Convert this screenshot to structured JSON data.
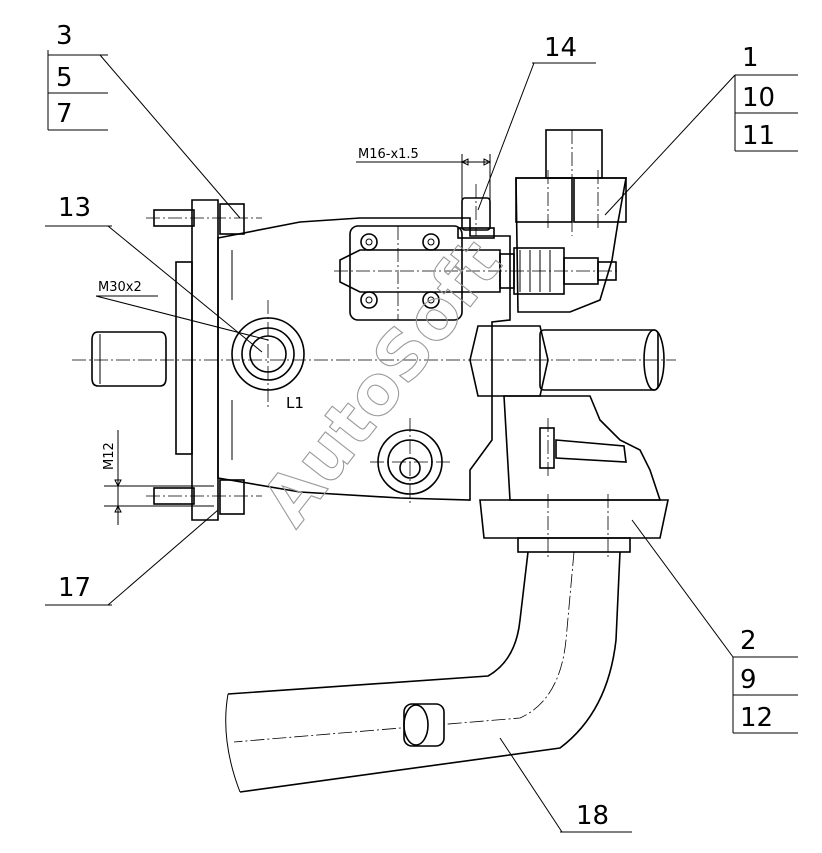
{
  "callouts": {
    "c1": "1",
    "c2": "2",
    "c3": "3",
    "c5": "5",
    "c7": "7",
    "c9": "9",
    "c10": "10",
    "c11": "11",
    "c12": "12",
    "c13": "13",
    "c14": "14",
    "c17": "17",
    "c18": "18"
  },
  "dimensions": {
    "m16": "M16-x1.5",
    "m30": "M30x2",
    "m12": "M12",
    "l1": "L1"
  },
  "watermark": "AutoSoft"
}
